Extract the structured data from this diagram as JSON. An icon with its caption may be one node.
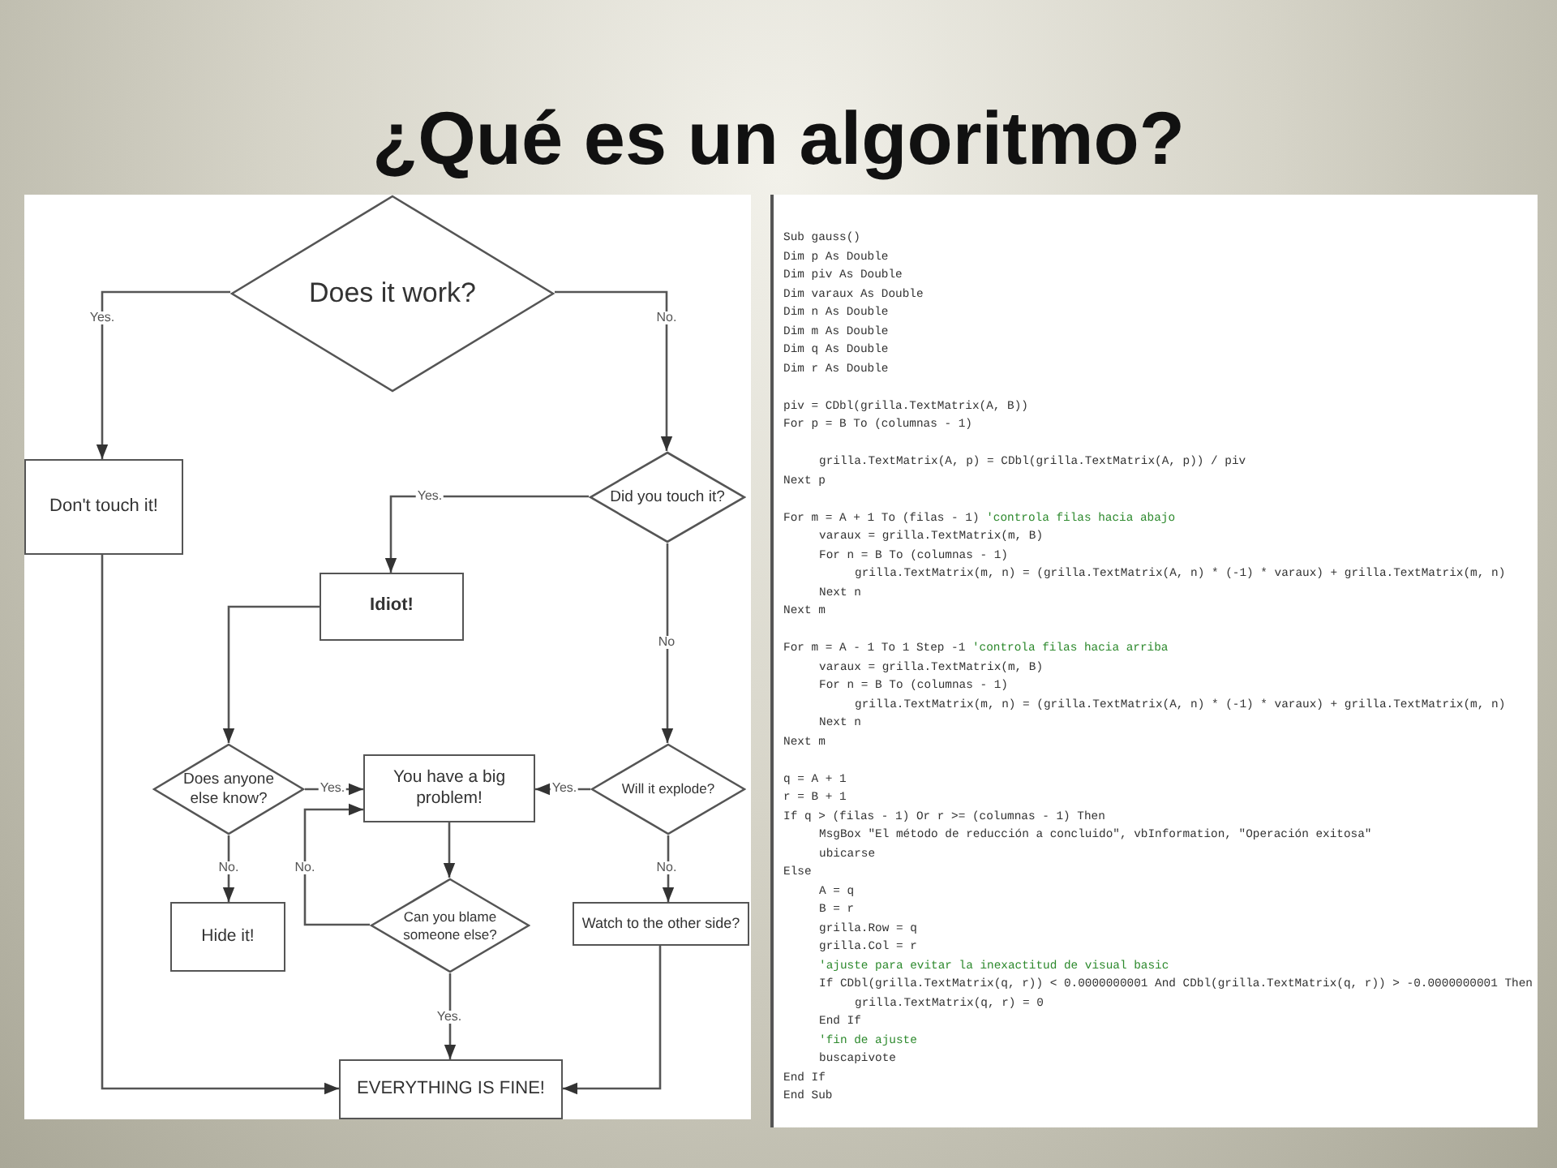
{
  "diagram": {
    "title": "¿Qué es un algoritmo?",
    "nodes": [
      {
        "text": [
          "Does it work?"
        ]
      },
      {
        "text": [
          "Don't touch it!"
        ]
      },
      {
        "text": [
          "Did you touch it?"
        ]
      },
      {
        "text": [
          "Idiot!"
        ]
      },
      {
        "text": [
          "Does anyone else know?"
        ]
      },
      {
        "text": [
          "You have a big problem!"
        ]
      },
      {
        "text": [
          "Will it explode?"
        ]
      },
      {
        "text": [
          "Can you blame someone else?"
        ]
      },
      {
        "text": [
          "Hide it!"
        ]
      },
      {
        "text": [
          "Watch to the other side?"
        ]
      },
      {
        "text": [
          "EVERYTHING IS FINE!"
        ]
      }
    ],
    "edges": [
      {
        "from": 0,
        "to": 1,
        "arrow": "to",
        "label": "Yes."
      },
      {
        "from": 0,
        "to": 2,
        "arrow": "to",
        "label": "No."
      },
      {
        "from": 2,
        "to": 3,
        "arrow": "to",
        "label": "Yes."
      },
      {
        "from": 2,
        "to": 6,
        "arrow": "to",
        "label": "No"
      },
      {
        "from": 3,
        "to": 4,
        "arrow": "to"
      },
      {
        "from": 4,
        "to": 5,
        "arrow": "to",
        "label": "Yes."
      },
      {
        "from": 4,
        "to": 8,
        "arrow": "to",
        "label": "No."
      },
      {
        "from": 6,
        "to": 5,
        "arrow": "to",
        "label": "Yes."
      },
      {
        "from": 6,
        "to": 9,
        "arrow": "to",
        "label": "No."
      },
      {
        "from": 5,
        "to": 7,
        "arrow": "to"
      },
      {
        "from": 7,
        "to": 5,
        "arrow": "to",
        "label": "No."
      },
      {
        "from": 7,
        "to": 10,
        "arrow": "to",
        "label": "Yes."
      },
      {
        "from": 1,
        "to": 10,
        "arrow": "to"
      },
      {
        "from": 9,
        "to": 10,
        "arrow": "to"
      }
    ],
    "labels": [
      "Sub gauss()",
      "Dim p As Double",
      "Dim piv As Double",
      "Dim varaux As Double",
      "Dim n As Double",
      "Dim m As Double",
      "Dim q As Double",
      "Dim r As Double",
      "piv = CDbl(grilla.TextMatrix(A, B))",
      "For p = B To (columnas - 1)",
      "grilla.TextMatrix(A, p) = CDbl(grilla.TextMatrix(A, p)) / piv",
      "Next p",
      "For m = A + 1 To (filas - 1)",
      "'controla filas hacia abajo",
      "varaux = grilla.TextMatrix(m, B)",
      "For n = B To (columnas - 1)",
      "grilla.TextMatrix(m, n) = (grilla.TextMatrix(A, n) * (-1) * varaux) + grilla.TextMatrix(m, n)",
      "Next n",
      "Next m",
      "For m = A - 1 To 1 Step -1",
      "'controla filas hacia arriba",
      "varaux = grilla.TextMatrix(m, B)",
      "For n = B To (columnas - 1)",
      "grilla.TextMatrix(m, n) = (grilla.TextMatrix(A, n) * (-1) * varaux) + grilla.TextMatrix(m, n)",
      "Next n",
      "Next m",
      "q = A + 1",
      "r = B + 1",
      "If q > (filas - 1) Or r >= (columnas - 1) Then",
      "MsgBox \"El método de reducción a concluido\", vbInformation, \"Operación exitosa\"",
      "ubicarse",
      "Else",
      "A = q",
      "B = r",
      "grilla.Row = q",
      "grilla.Col = r",
      "'ajuste para evitar la inexactitud de visual basic",
      "If CDbl(grilla.TextMatrix(q, r)) < 0.0000000001 And CDbl(grilla.TextMatrix(q, r)) > -0.0000000001 Then",
      "grilla.TextMatrix(q, r) = 0",
      "End If",
      "'fin de ajuste",
      "buscapivote",
      "End If",
      "End Sub"
    ]
  }
}
